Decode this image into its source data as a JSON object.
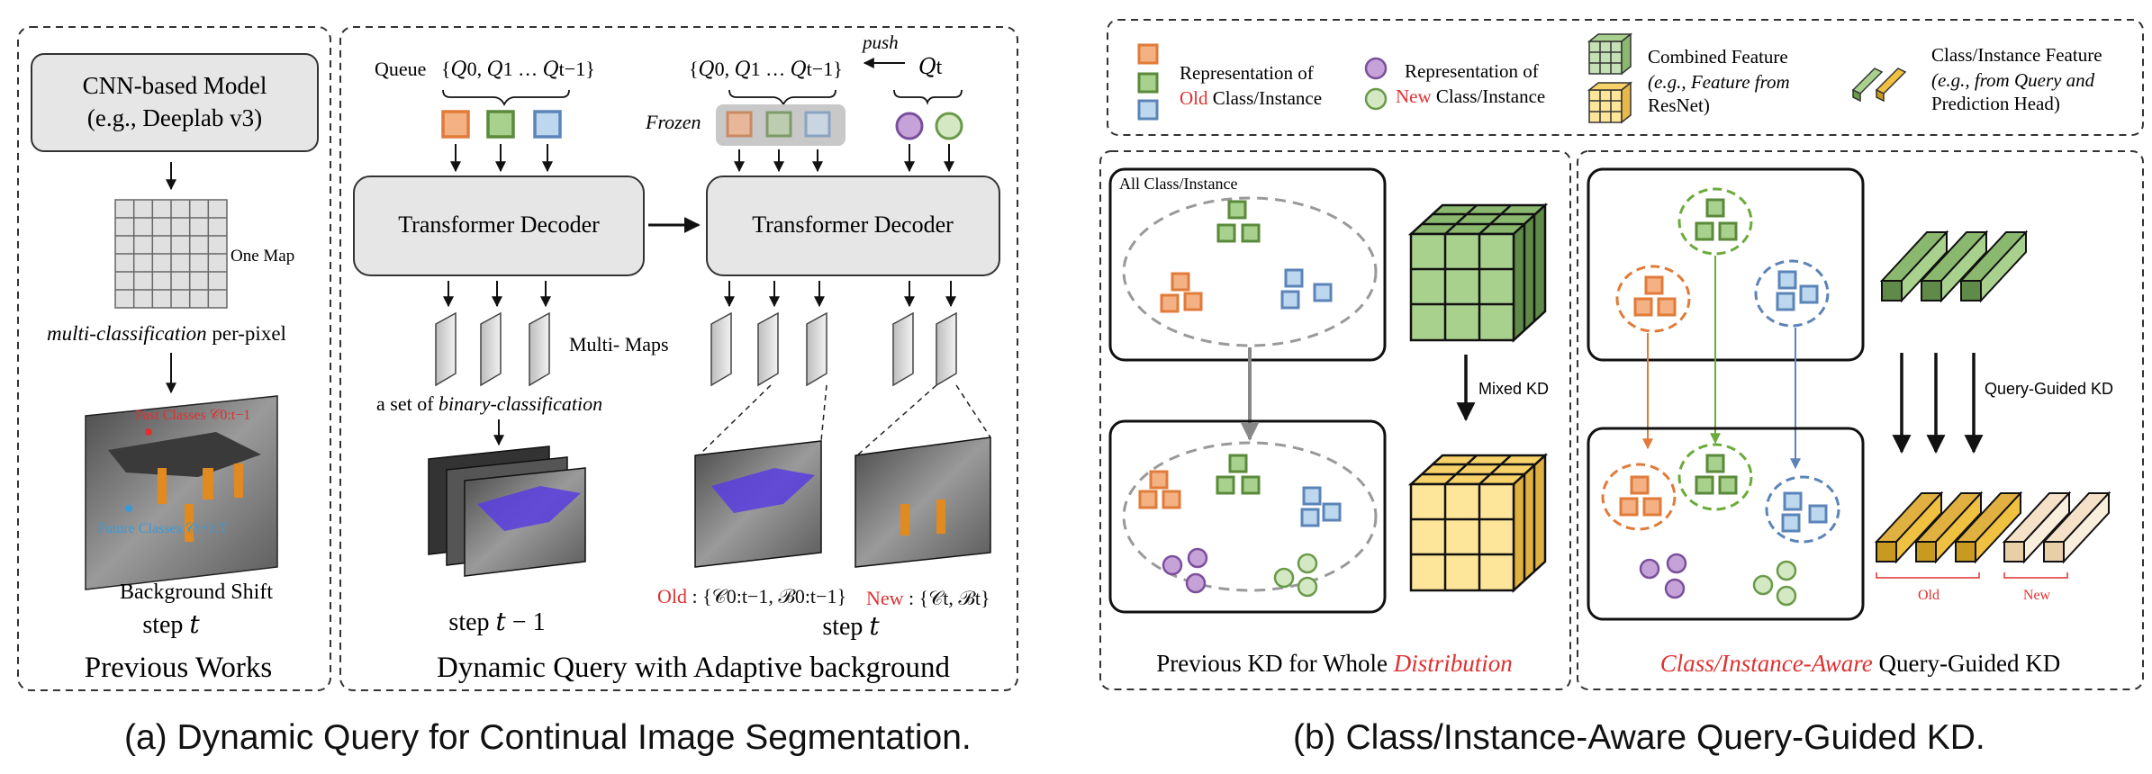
{
  "colors": {
    "old_orange": "#e07b39",
    "old_orange_fill": "#f4b183",
    "old_green": "#5a8a3a",
    "old_green_fill": "#a9d18e",
    "old_blue": "#5b84b8",
    "old_blue_fill": "#bdd7ee",
    "new_purple": "#7b4f9c",
    "new_purple_fill": "#c5a3d9",
    "new_green": "#6a9a4a",
    "new_green_fill": "#d5e8c4",
    "yellow_feature": "#f0c040",
    "red_text": "#e03030",
    "box_gray": "#e6e6e6",
    "segment_purple": "#5a3de0"
  },
  "panel_a": {
    "previous_works": {
      "model_line1": "CNN-based Model",
      "model_line2": "(e.g., Deeplab v3)",
      "one_map": "One Map",
      "multi_class_italic": "multi-classification",
      "multi_class_rest": " per-pixel",
      "past_classes": "Past Classes 𝒞0:t−1",
      "future_classes": "Future Classes 𝒞t+1:T",
      "background_shift": "Background Shift",
      "step": "step 𝑡",
      "title": "Previous Works"
    },
    "dynamic_query": {
      "queue_label": "Queue",
      "queue_set": "{𝑄0, 𝑄1 … 𝑄t−1}",
      "queue_set2": "{𝑄0, 𝑄1 … 𝑄t−1}",
      "push": "push",
      "qt": "𝑄t",
      "frozen": "Frozen",
      "decoder1": "Transformer Decoder",
      "decoder2": "Transformer Decoder",
      "multi_maps": "Multi- Maps",
      "binary_prefix": "a set of ",
      "binary_italic": "binary-classification",
      "step_prev": "step 𝑡 − 1",
      "step_cur": "step 𝑡",
      "old_label": "Old",
      "old_set": " : {𝒞0:t−1, ℬ0:t−1}",
      "new_label": "New",
      "new_set": " : {𝒞t, ℬt}",
      "title": "Dynamic Query with Adaptive background"
    },
    "caption": "(a) Dynamic Query for Continual Image Segmentation."
  },
  "panel_b": {
    "legend": {
      "rep_of": "Representation of",
      "old_word": "Old",
      "class_instance": " Class/Instance",
      "rep_of2": "Representation of",
      "new_word": "New",
      "class_instance2": " Class/Instance",
      "combined_title": "Combined Feature",
      "combined_sub1": "(e.g., Feature from",
      "combined_sub2": "ResNet)",
      "ci_title": "Class/Instance Feature",
      "ci_sub1": "(e.g., from Query and",
      "ci_sub2": "Prediction Head)"
    },
    "left": {
      "all_ci": "All Class/Instance",
      "mixed_kd": "Mixed KD",
      "title_plain": "Previous KD for Whole ",
      "title_red": "Distribution"
    },
    "right": {
      "query_kd": "Query-Guided KD",
      "old": "Old",
      "new": "New",
      "title_red": "Class/Instance-Aware",
      "title_plain": " Query-Guided KD"
    },
    "caption": "(b) Class/Instance-Aware Query-Guided KD."
  }
}
